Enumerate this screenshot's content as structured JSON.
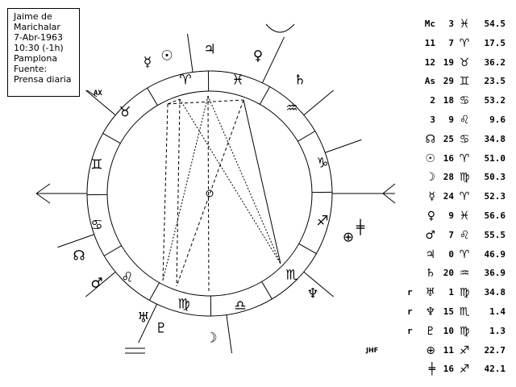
{
  "info": {
    "lines": [
      "Jaime de",
      "Marichalar",
      "7-Abr-1963",
      "10:30 (-1h)",
      "Pamplona",
      "Fuente:",
      "Prensa diaria"
    ]
  },
  "chart": {
    "ax_label": "AX",
    "signature": "JHF",
    "signs": [
      "♈",
      "♉",
      "♊",
      "♋",
      "♌",
      "♍",
      "♎",
      "♏",
      "♐",
      "♑",
      "♒",
      "♓"
    ],
    "cusps": [
      333.9,
      7.3,
      49.6,
      89.4,
      108.9,
      129.2,
      153.9,
      187.3,
      229.6,
      269.4,
      288.9,
      309.2
    ],
    "planets": {
      "jupiter": "♃",
      "sun": "☉",
      "mercury": "☿",
      "venus": "♀",
      "saturn": "♄",
      "neptune": "♆",
      "mars": "♂",
      "node": "☊",
      "fortune": "⊕",
      "vertex": "╪",
      "uranus": "♅",
      "pluto": "♇",
      "moon": "☽"
    }
  },
  "table": [
    {
      "r": "",
      "label": "Mc",
      "deg": "3",
      "sign": "♓",
      "min": "54.5"
    },
    {
      "r": "",
      "label": "11",
      "deg": "7",
      "sign": "♈",
      "min": "17.5"
    },
    {
      "r": "",
      "label": "12",
      "deg": "19",
      "sign": "♉",
      "min": "36.2"
    },
    {
      "r": "",
      "label": "As",
      "deg": "29",
      "sign": "♊",
      "min": "23.5"
    },
    {
      "r": "",
      "label": "2",
      "deg": "18",
      "sign": "♋",
      "min": "53.2"
    },
    {
      "r": "",
      "label": "3",
      "deg": "9",
      "sign": "♌",
      "min": "9.6"
    },
    {
      "r": "",
      "label": "☊",
      "deg": "25",
      "sign": "♋",
      "min": "34.8"
    },
    {
      "r": "",
      "label": "☉",
      "deg": "16",
      "sign": "♈",
      "min": "51.0"
    },
    {
      "r": "",
      "label": "☽",
      "deg": "28",
      "sign": "♍",
      "min": "50.3"
    },
    {
      "r": "",
      "label": "☿",
      "deg": "24",
      "sign": "♈",
      "min": "52.3"
    },
    {
      "r": "",
      "label": "♀",
      "deg": "9",
      "sign": "♓",
      "min": "56.6"
    },
    {
      "r": "",
      "label": "♂",
      "deg": "7",
      "sign": "♌",
      "min": "55.5"
    },
    {
      "r": "",
      "label": "♃",
      "deg": "0",
      "sign": "♈",
      "min": "46.9"
    },
    {
      "r": "",
      "label": "♄",
      "deg": "20",
      "sign": "♒",
      "min": "36.9"
    },
    {
      "r": "r",
      "label": "♅",
      "deg": "1",
      "sign": "♍",
      "min": "34.8"
    },
    {
      "r": "r",
      "label": "♆",
      "deg": "15",
      "sign": "♏",
      "min": "1.4"
    },
    {
      "r": "r",
      "label": "♇",
      "deg": "10",
      "sign": "♍",
      "min": "1.3"
    },
    {
      "r": "",
      "label": "⊕",
      "deg": "11",
      "sign": "♐",
      "min": "22.7"
    },
    {
      "r": "",
      "label": "╪",
      "deg": "16",
      "sign": "♐",
      "min": "42.1"
    }
  ]
}
